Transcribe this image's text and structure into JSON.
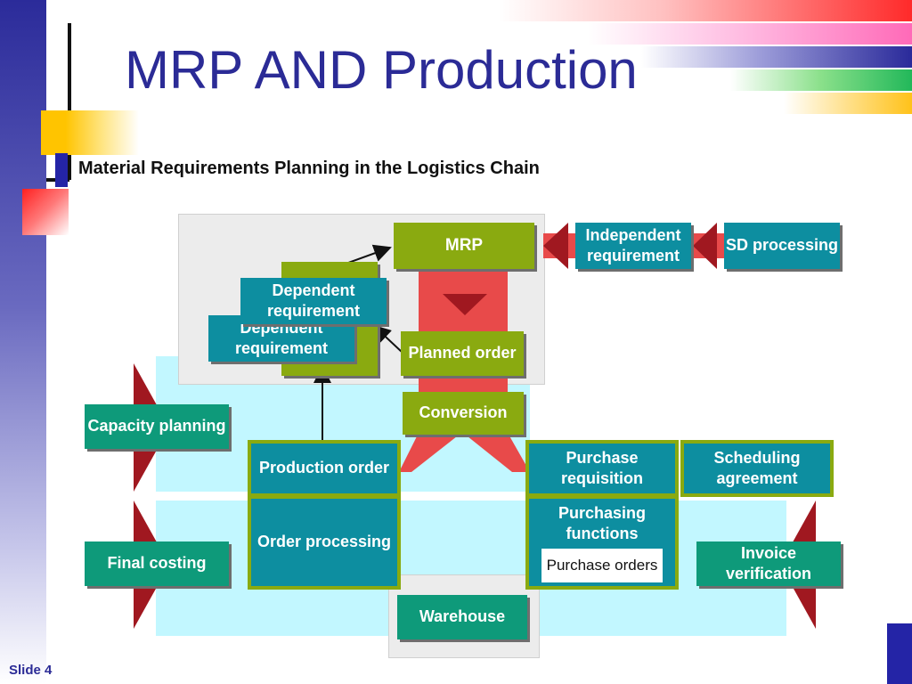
{
  "slide": {
    "title": "MRP AND Production",
    "subtitle": "Material Requirements Planning in the Logistics Chain",
    "slide_label": "Slide 4"
  },
  "diagram": {
    "mrp": "MRP",
    "independent_requirement": "Independent requirement",
    "sd_processing": "SD processing",
    "dependent_requirement_front": "Dependent requirement",
    "dependent_requirement_back": "Dependent requirement",
    "planned_order": "Planned order",
    "conversion": "Conversion",
    "capacity_planning": "Capacity planning",
    "production_order": "Production order",
    "order_processing": "Order processing",
    "purchase_requisition": "Purchase requisition",
    "scheduling_agreement": "Scheduling agreement",
    "purchasing_functions": "Purchasing functions",
    "purchase_orders": "Purchase orders",
    "final_costing": "Final costing",
    "invoice_verification": "Invoice verification",
    "warehouse": "Warehouse"
  },
  "colors": {
    "title": "#2b2b96",
    "olive_box": "#8aaa10",
    "teal_box": "#0d8ea0",
    "green_box": "#0e9a7a",
    "red_arrow": "#e84a4a",
    "dark_red_arrow": "#a01820",
    "cyan_band": "#c2f7ff"
  }
}
